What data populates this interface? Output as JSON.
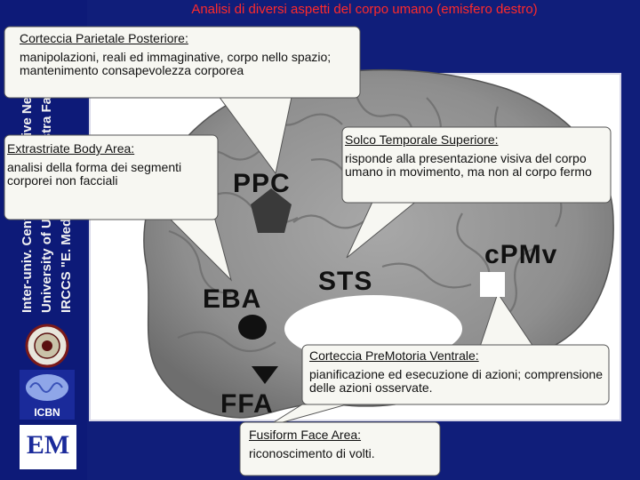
{
  "slide_title": "Analisi di diversi aspetti del corpo umano (emisfero destro)",
  "sidebar": {
    "line1": "Inter-univ. Centre for Cognitive Neuroscience",
    "line2": "University of Udine, \"La Nostra Famiglia\"",
    "line3": "IRCCS \"E. Medea\"",
    "logo_icbn": "ICBN",
    "logo_em": "EM"
  },
  "regions": {
    "ppc": "PPC",
    "sts": "STS",
    "cpmv": "cPMv",
    "eba": "EBA",
    "ffa": "FFA"
  },
  "callouts": {
    "ppc": {
      "heading": "Corteccia Parietale Posteriore:",
      "body": "manipolazioni, reali ed immaginative, corpo nello spazio; mantenimento consapevolezza corporea"
    },
    "eba": {
      "heading": "Extrastriate Body Area:",
      "body": "analisi della forma dei segmenti corporei non facciali"
    },
    "sts": {
      "heading": "Solco Temporale Superiore:",
      "body": "risponde alla presentazione visiva del corpo umano in movimento, ma non al corpo fermo"
    },
    "cpmv": {
      "heading": "Corteccia PreMotoria Ventrale:",
      "body": "pianificazione ed esecuzione di azioni; comprensione delle azioni osservate."
    },
    "ffa": {
      "heading": "Fusiform Face Area:",
      "body": "riconoscimento di volti."
    }
  },
  "colors": {
    "background": "#101e7a",
    "title": "#ff2a2a",
    "callout_fill": "#f7f7f2"
  }
}
